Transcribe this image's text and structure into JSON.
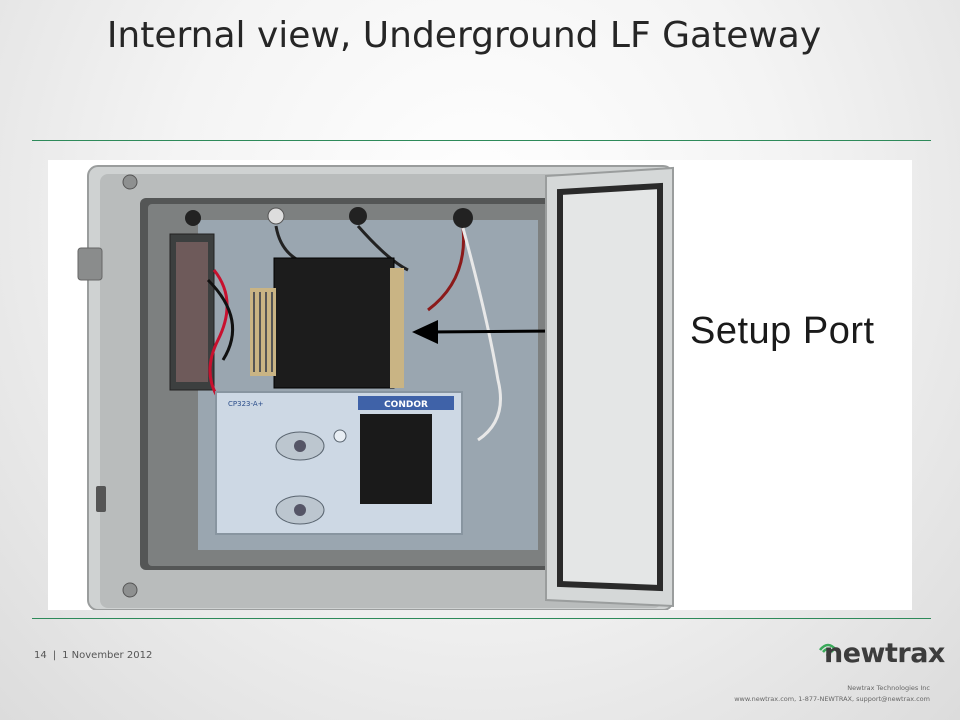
{
  "slide": {
    "title": "Internal view, Underground LF Gateway",
    "callout_label": "Setup Port",
    "page_number": "14",
    "separator": "|",
    "date": "1 November 2012"
  },
  "branding": {
    "logo_text": "newtrax",
    "company_name": "Newtrax Technologies Inc",
    "contact": "www.newtrax.com,   1-877-NEWTRAX, support@newtrax.com",
    "accent_color": "#2e8a5a"
  },
  "photo": {
    "label_text": "CONDOR",
    "model_text": "CP323-A+"
  }
}
